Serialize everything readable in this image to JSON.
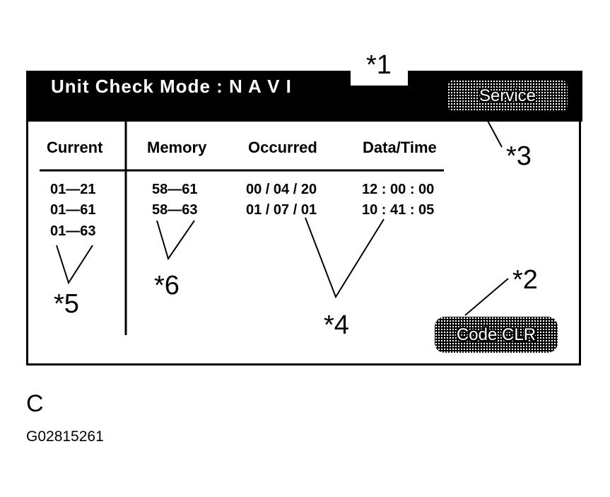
{
  "screen": {
    "title": "Unit Check Mode : N A V I",
    "service_label": "Service",
    "code_clr_label": "Code CLR"
  },
  "table": {
    "columns": [
      "Current",
      "Memory",
      "Occurred",
      "Data/Time"
    ],
    "current": [
      "01—21",
      "01—61",
      "01—63"
    ],
    "memory": [
      "58—61",
      "58—63"
    ],
    "occurred": [
      "00 / 04 / 20",
      "01 / 07 / 01"
    ],
    "datetime": [
      "12 : 00 : 00",
      "10 : 41 : 05"
    ]
  },
  "callouts": {
    "c1": "*1",
    "c2": "*2",
    "c3": "*3",
    "c4": "*4",
    "c5": "*5",
    "c6": "*6"
  },
  "footer": {
    "letter": "C",
    "code": "G02815261"
  },
  "colors": {
    "header_bg": "#000000",
    "background": "#ffffff"
  }
}
